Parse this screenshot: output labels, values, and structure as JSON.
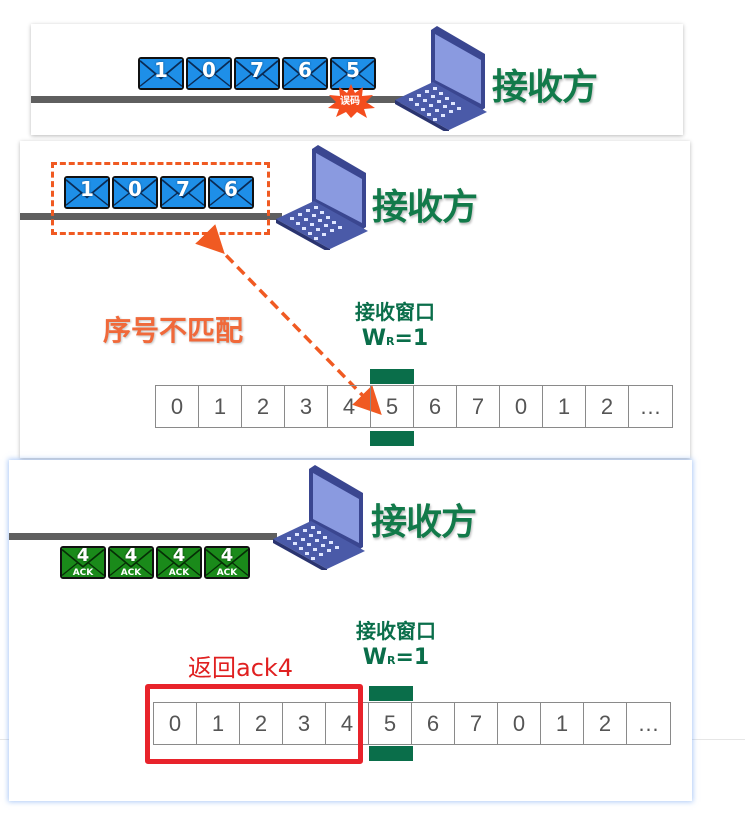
{
  "colors": {
    "envelope_blue": "#1e8fe8",
    "envelope_green": "#1a8a1a",
    "title_green": "#127a4a",
    "window_green": "#0a6e4a",
    "dash_orange": "#f05a22",
    "mismatch_orange": "#f0693a",
    "error_red": "#e8232b",
    "laptop_blue": "#4a5aa8"
  },
  "panel1": {
    "receiver_label": "接收方",
    "envelopes": [
      "1",
      "0",
      "7",
      "6",
      "5"
    ],
    "error_badge": "误码",
    "error_on_frame": "5"
  },
  "panel2": {
    "receiver_label": "接收方",
    "envelopes": [
      "1",
      "0",
      "7",
      "6"
    ],
    "mismatch_label": "序号不匹配",
    "window_label": "接收窗口",
    "window_size_prefix": "W",
    "window_size_sub": "R",
    "window_size_value": "=1",
    "sequence": [
      "0",
      "1",
      "2",
      "3",
      "4",
      "5",
      "6",
      "7",
      "0",
      "1",
      "2",
      "…"
    ],
    "window_position_index": 5
  },
  "panel3": {
    "receiver_label": "接收方",
    "ack_envelopes": [
      {
        "num": "4",
        "label": "ACK"
      },
      {
        "num": "4",
        "label": "ACK"
      },
      {
        "num": "4",
        "label": "ACK"
      },
      {
        "num": "4",
        "label": "ACK"
      }
    ],
    "ack_label": "返回ack4",
    "window_label": "接收窗口",
    "window_size_prefix": "W",
    "window_size_sub": "R",
    "window_size_value": "=1",
    "sequence": [
      "0",
      "1",
      "2",
      "3",
      "4",
      "5",
      "6",
      "7",
      "0",
      "1",
      "2",
      "…"
    ],
    "window_position_index": 5,
    "acked_range": [
      "0",
      "4"
    ]
  }
}
